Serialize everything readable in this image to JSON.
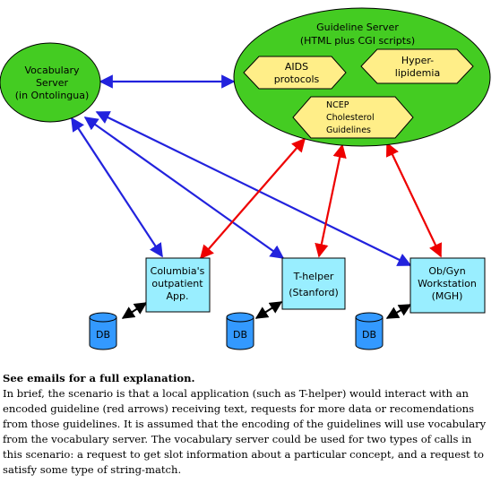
{
  "nodes": {
    "vocabulary_server": [
      "Vocabulary",
      "Server",
      "(in Ontolingua)"
    ],
    "guideline_server": [
      "Guideline Server",
      "(HTML plus CGI scripts)"
    ],
    "aids": [
      "AIDS",
      "protocols"
    ],
    "hyperlipidemia": [
      "Hyper-",
      "lipidemia"
    ],
    "ncep": [
      "NCEP",
      "Cholesterol",
      "Guidelines"
    ],
    "columbia": [
      "Columbia's",
      "outpatient",
      "App."
    ],
    "thelper": [
      "T-helper",
      "(Stanford)"
    ],
    "obgyn": [
      "Ob/Gyn",
      "Workstation",
      "(MGH)"
    ],
    "db": "DB"
  },
  "colors": {
    "server_fill": "#44cc22",
    "protocol_fill": "#ffee88",
    "app_fill": "#99eeff",
    "db_fill": "#3399ff",
    "vocab_arrow": "#2222dd",
    "guideline_arrow": "#ee0000",
    "db_arrow": "#000000"
  },
  "explanation": {
    "heading": "See emails for a full explanation.",
    "body": "In brief, the scenario is that a local application (such as T-helper) would interact with an encoded guideline (red arrows) receiving text, requests for more data or recomendations from those guidelines. It is assumed that the encoding of the guidelines will use vocabulary from the vocabulary server. The vocabulary server could be used for two types of calls in this scenario: a request to get slot information about a particular concept, and a request to satisfy some type of string-match."
  }
}
